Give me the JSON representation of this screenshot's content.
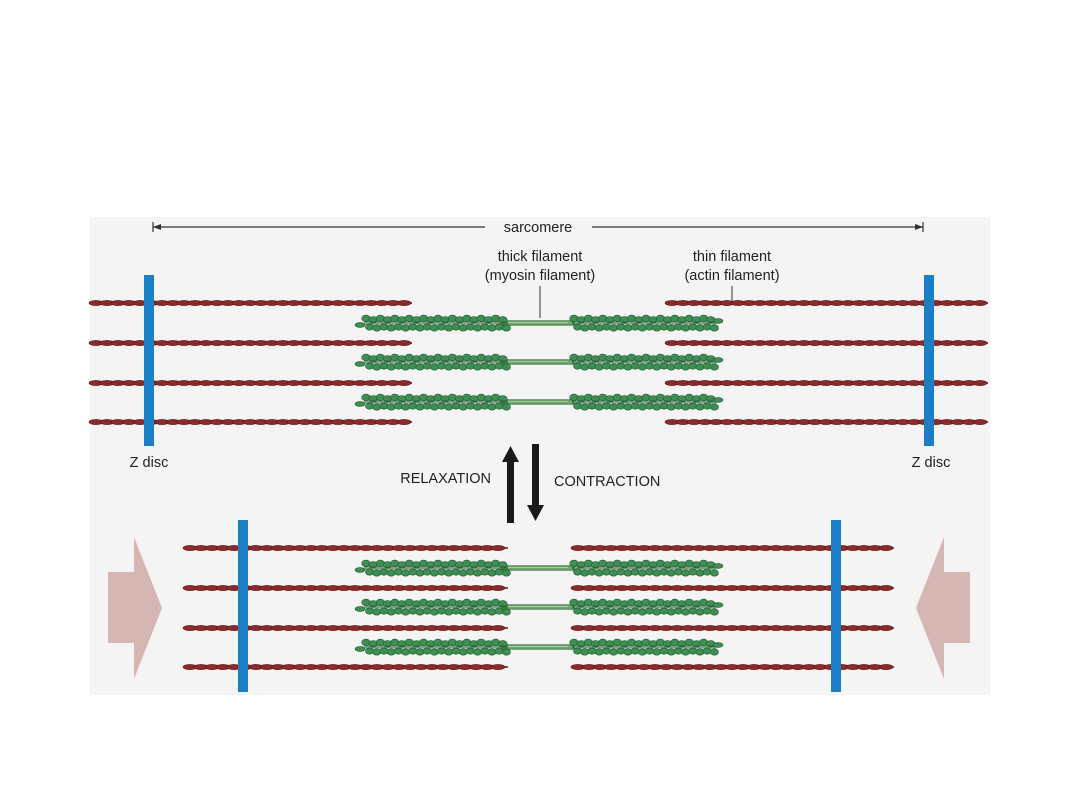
{
  "labels": {
    "sarcomere": "sarcomere",
    "thick_filament_line1": "thick filament",
    "thick_filament_line2": "(myosin filament)",
    "thin_filament_line1": "thin filament",
    "thin_filament_line2": "(actin filament)",
    "z_disc_left": "Z disc",
    "z_disc_right": "Z disc",
    "relaxation": "RELAXATION",
    "contraction": "CONTRACTION"
  },
  "colors": {
    "background": "#ffffff",
    "panel": "#f4f4f4",
    "actin": "#8b2a2a",
    "actin_dark": "#5e1616",
    "myosin_head": "#3f8f52",
    "myosin_head_dark": "#1f5a30",
    "myosin_rod": "#6fa86a",
    "z_disc": "#1a7fc4",
    "force_arrow": "#d5b6b2",
    "text": "#222222",
    "arrow": "#1a1a1a"
  }
}
